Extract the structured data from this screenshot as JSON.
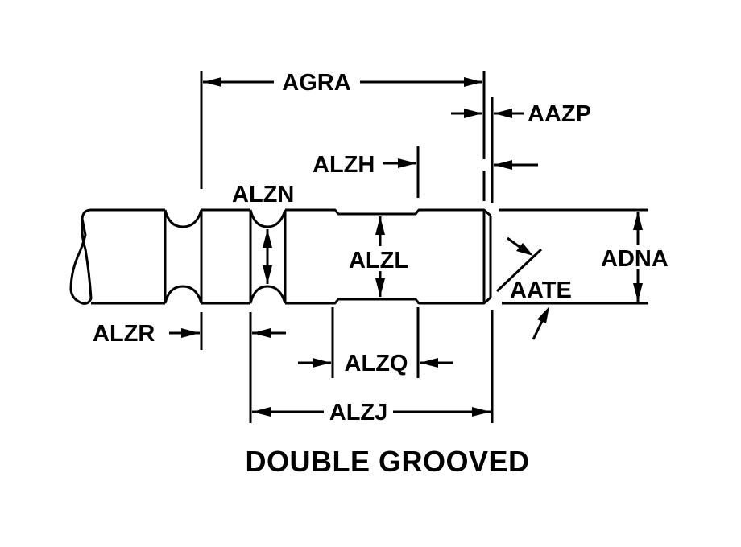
{
  "diagram": {
    "title": "DOUBLE GROOVED",
    "subject": "grooved pin / shaft",
    "line_color": "#000000",
    "background": "#ffffff",
    "dimensions": {
      "agra": "AGRA",
      "aazp": "AAZP",
      "alzh": "ALZH",
      "alzn": "ALZN",
      "alzl": "ALZL",
      "adna": "ADNA",
      "aate": "AATE",
      "alzr": "ALZR",
      "alzq": "ALZQ",
      "alzj": "ALZJ"
    }
  }
}
